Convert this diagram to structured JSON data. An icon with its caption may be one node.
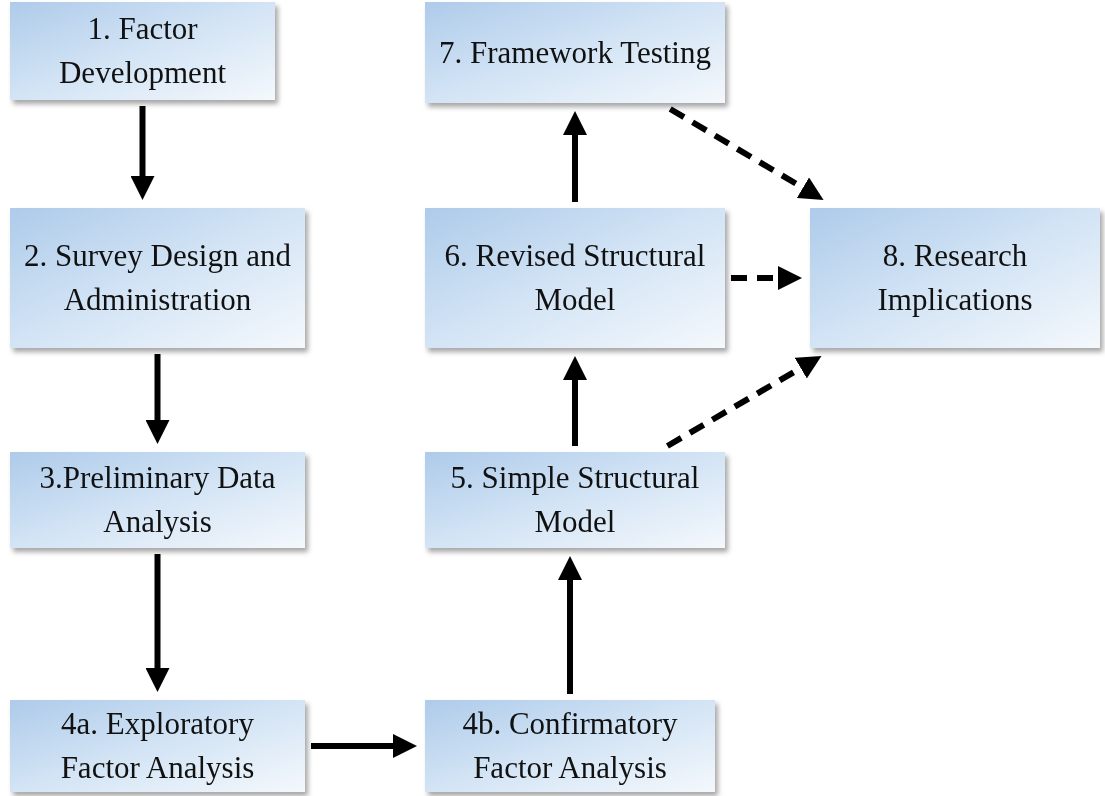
{
  "diagram": {
    "nodes": [
      {
        "text": [
          "1. Factor Development"
        ]
      },
      {
        "text": [
          "2. Survey Design and Administration"
        ]
      },
      {
        "text": [
          "3.Preliminary Data Analysis"
        ]
      },
      {
        "text": [
          "4a. Exploratory Factor Analysis"
        ]
      },
      {
        "text": [
          "4b. Confirmatory Factor Analysis"
        ]
      },
      {
        "text": [
          "5. Simple Structural Model"
        ]
      },
      {
        "text": [
          "6. Revised Structural Model"
        ]
      },
      {
        "text": [
          "7. Framework Testing"
        ]
      },
      {
        "text": [
          "8. Research Implications"
        ]
      }
    ],
    "edges": [
      {
        "from": 0,
        "to": 1,
        "arrow": "to"
      },
      {
        "from": 1,
        "to": 2,
        "arrow": "to"
      },
      {
        "from": 2,
        "to": 3,
        "arrow": "to"
      },
      {
        "from": 3,
        "to": 4,
        "arrow": "to"
      },
      {
        "from": 4,
        "to": 5,
        "arrow": "to"
      },
      {
        "from": 5,
        "to": 6,
        "arrow": "to"
      },
      {
        "from": 6,
        "to": 7,
        "arrow": "to"
      },
      {
        "from": 7,
        "to": 8,
        "arrow": "to",
        "style": "dashed"
      },
      {
        "from": 6,
        "to": 8,
        "arrow": "to",
        "style": "dashed"
      },
      {
        "from": 5,
        "to": 8,
        "arrow": "to",
        "style": "dashed"
      }
    ]
  }
}
